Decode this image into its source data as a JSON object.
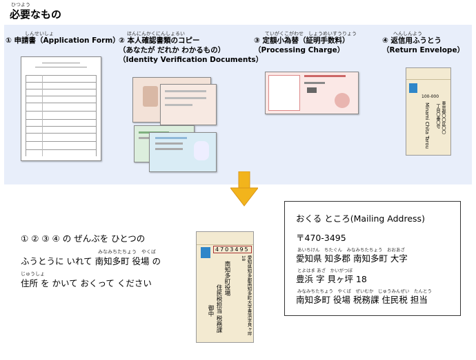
{
  "header": {
    "title_ruby": "ひつよう",
    "title": "必要なもの"
  },
  "items": [
    {
      "ruby": "しんせいしょ",
      "label": "① 申請書（Application Form）"
    },
    {
      "ruby": "ほんにんかくにんしょるい",
      "label_line1": "② 本人確認書類のコピー",
      "label_line2": "（あなたが だれか わかるもの）",
      "label_line3": "（Identity Verification Documents）"
    },
    {
      "ruby": "ていがくこがわせ　しょうめいすうりょう",
      "label_line1": "③ 定額小為替（証明手数料）",
      "label_line2": "（Processing Charge）"
    },
    {
      "ruby": "へんしんよう",
      "label_line1": "④ 返信用ふうとう",
      "label_line2": "（Return Envelope）"
    }
  ],
  "instruction": {
    "line1": "① ② ③ ④ の ぜんぶを ひとつの",
    "line2_ruby": "みなみちたちょう　やくば",
    "line2": "ふうとうに いれて  南知多町 役場 の",
    "line3_ruby": "じゅうしょ",
    "line3": "住所 を かいて おくって ください"
  },
  "mailing": {
    "heading": "おくる ところ(Mailing Address)",
    "postal": "〒470-3495",
    "line1_ruby": "あいちけん　ちたぐん　みなみちたちょう　おおあざ",
    "line1": "愛知県 知多郡 南知多町  大字",
    "line2_ruby": "とよはま あざ　かいがつぼ",
    "line2": "豊浜 字 貝ヶ坪 18",
    "line3_ruby": "みなみちたちょう　やくば　ぜいむか　じゅうみんぜい　たんとう",
    "line3": "南知多町 役場 税務課 住民税  担当"
  },
  "envelope_small": {
    "postal_boxes": "100-000",
    "addr_col1": "東京都〇〇区〇〇",
    "addr_col2": "丁目〇番〇号",
    "name": "Minami Chita Tarou"
  },
  "envelope_big": {
    "postal_boxes": "4703495",
    "addr_col1": "愛知県知多郡南知多町大字豊浜字貝ヶ坪18",
    "addr_col2": "南知多町役場",
    "addr_col3": "住民税担当 税務課",
    "addr_col4": "御中"
  },
  "colors": {
    "panel_bg": "#e8eefa",
    "arrow": "#f2b41c",
    "envelope": "#f3ead1"
  }
}
